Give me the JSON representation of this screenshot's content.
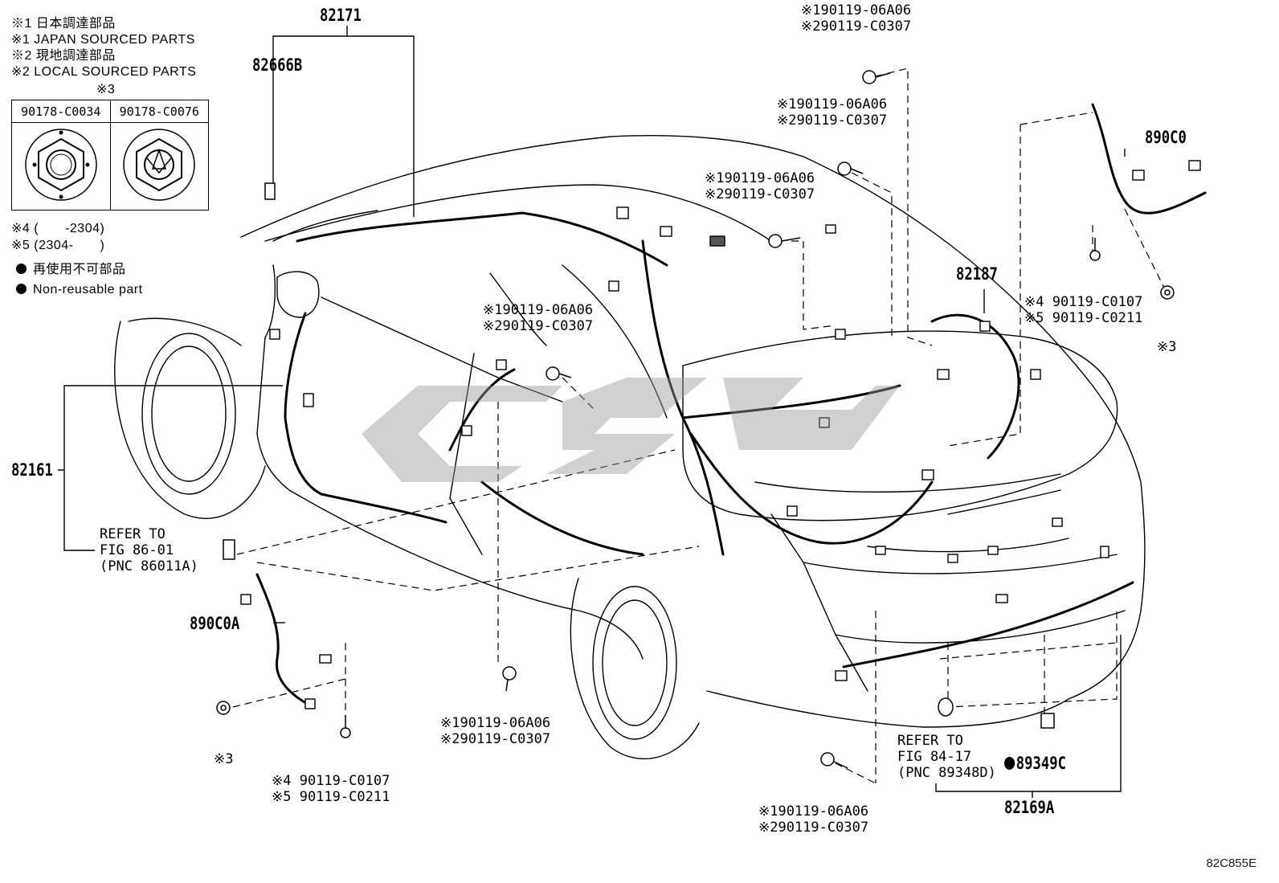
{
  "legend": {
    "l1": "※1 日本調達部品",
    "l2": "※1 JAPAN SOURCED PARTS",
    "l3": "※2 現地調達部品",
    "l4": "※2 LOCAL SOURCED PARTS",
    "note3": "※3",
    "clip_a": "90178-C0034",
    "clip_b": "90178-C0076",
    "note4": "※4 (　　-2304)",
    "note5": "※5 (2304-　　)",
    "nonreuse_jp": "再使用不可部品",
    "nonreuse_en": "Non-reusable part"
  },
  "parts": {
    "p82171": "82171",
    "p82666b": "82666B",
    "p82161": "82161",
    "p890c0a": "890C0A",
    "p890c0": "890C0",
    "p82187": "82187",
    "p82169a": "82169A",
    "p89349c": "89349C"
  },
  "bolt": {
    "a1": "※190119-06A06",
    "a2": "※290119-C0307"
  },
  "screw": {
    "s4": "※4 90119-C0107",
    "s5": "※5 90119-C0211",
    "n3": "※3"
  },
  "refs": {
    "r1a": "REFER TO",
    "r1b": "FIG 86-01",
    "r1c": "(PNC 86011A)",
    "r2a": "REFER TO",
    "r2b": "FIG 84-17",
    "r2c": "(PNC 89348D)"
  },
  "figure_code": "82C855E"
}
